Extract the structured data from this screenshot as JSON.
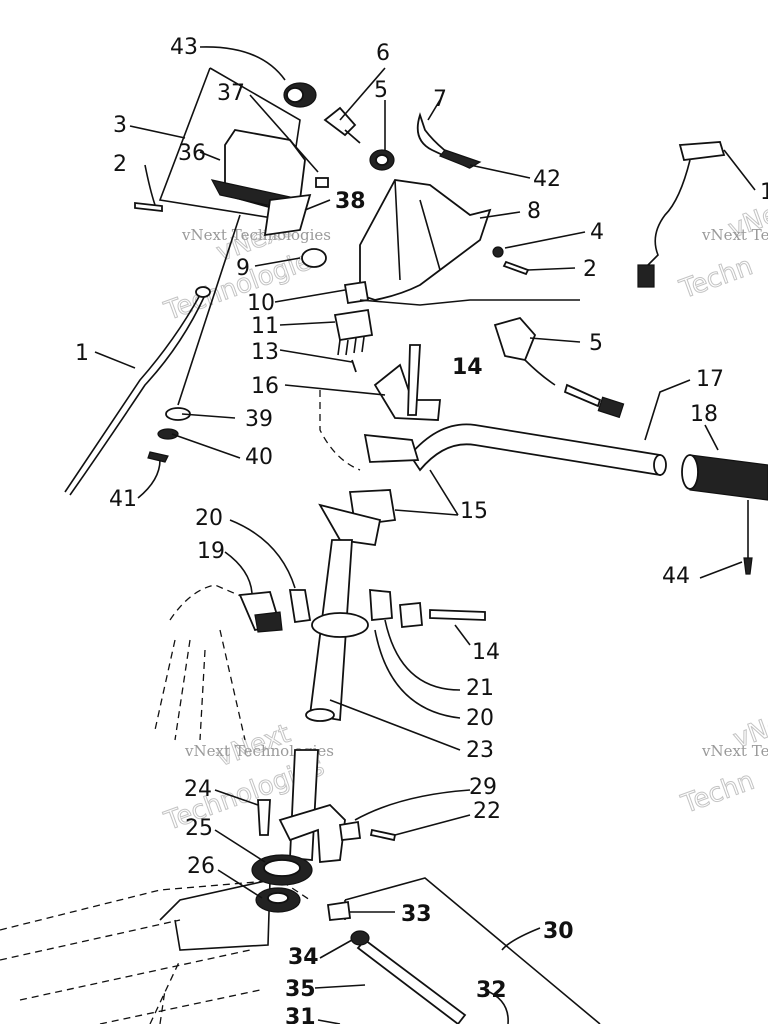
{
  "callouts": [
    "43",
    "6",
    "37",
    "5",
    "7",
    "3",
    "36",
    "42",
    "2",
    "38",
    "8",
    "4",
    "9",
    "2",
    "1",
    "10",
    "5",
    "11",
    "13",
    "14",
    "1",
    "16",
    "17",
    "39",
    "18",
    "40",
    "41",
    "15",
    "20",
    "19",
    "44",
    "14",
    "21",
    "20",
    "23",
    "29",
    "24",
    "22",
    "25",
    "26",
    "33",
    "30",
    "34",
    "32",
    "35",
    "31"
  ],
  "watermarks": [
    {
      "company": "vNext Technologies",
      "logo": "vNext",
      "logo2": "Technologies"
    },
    {
      "company": "vNext Te",
      "logo": "vNext",
      "logo2": "Techn"
    },
    {
      "company": "vNext Technologies",
      "logo": "vNext",
      "logo2": "Technologies"
    },
    {
      "company": "vNext Te",
      "logo": "vNe",
      "logo2": "Techn"
    }
  ]
}
